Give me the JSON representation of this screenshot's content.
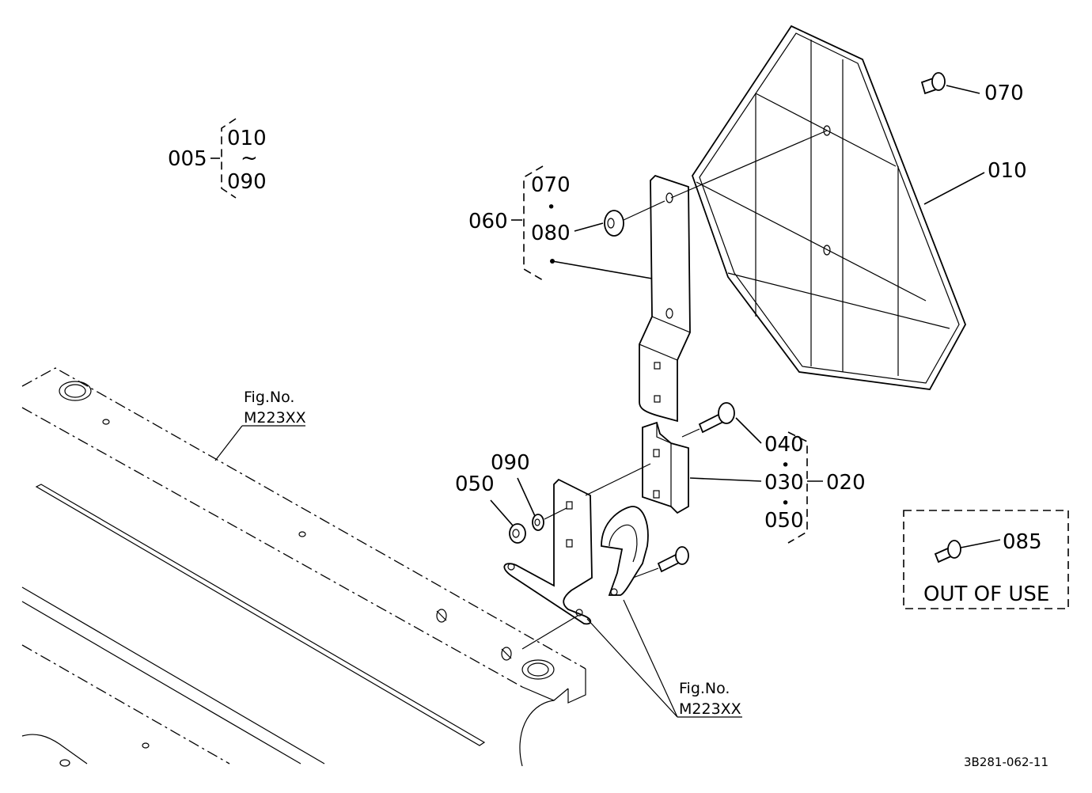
{
  "group_assembly": {
    "code": "005",
    "range_start": "010",
    "range_sep": "~",
    "range_end": "090"
  },
  "callouts": {
    "p070_top": "070",
    "p010": "010",
    "p060": "060",
    "p060_sub1": "070",
    "p060_sub_dot": "•",
    "p060_sub2": "080",
    "p040": "040",
    "p030": "030",
    "p050_sub": "050",
    "p020": "020",
    "p090": "090",
    "p050_left": "050",
    "p085": "085",
    "dot": "•"
  },
  "fig_refs": [
    {
      "line1": "Fig.No.",
      "line2": "M223XX"
    },
    {
      "line1": "Fig.No.",
      "line2": "M223XX"
    }
  ],
  "out_of_use": {
    "label": "OUT OF USE",
    "part": "085"
  },
  "drawing_number": "3B281-062-11"
}
